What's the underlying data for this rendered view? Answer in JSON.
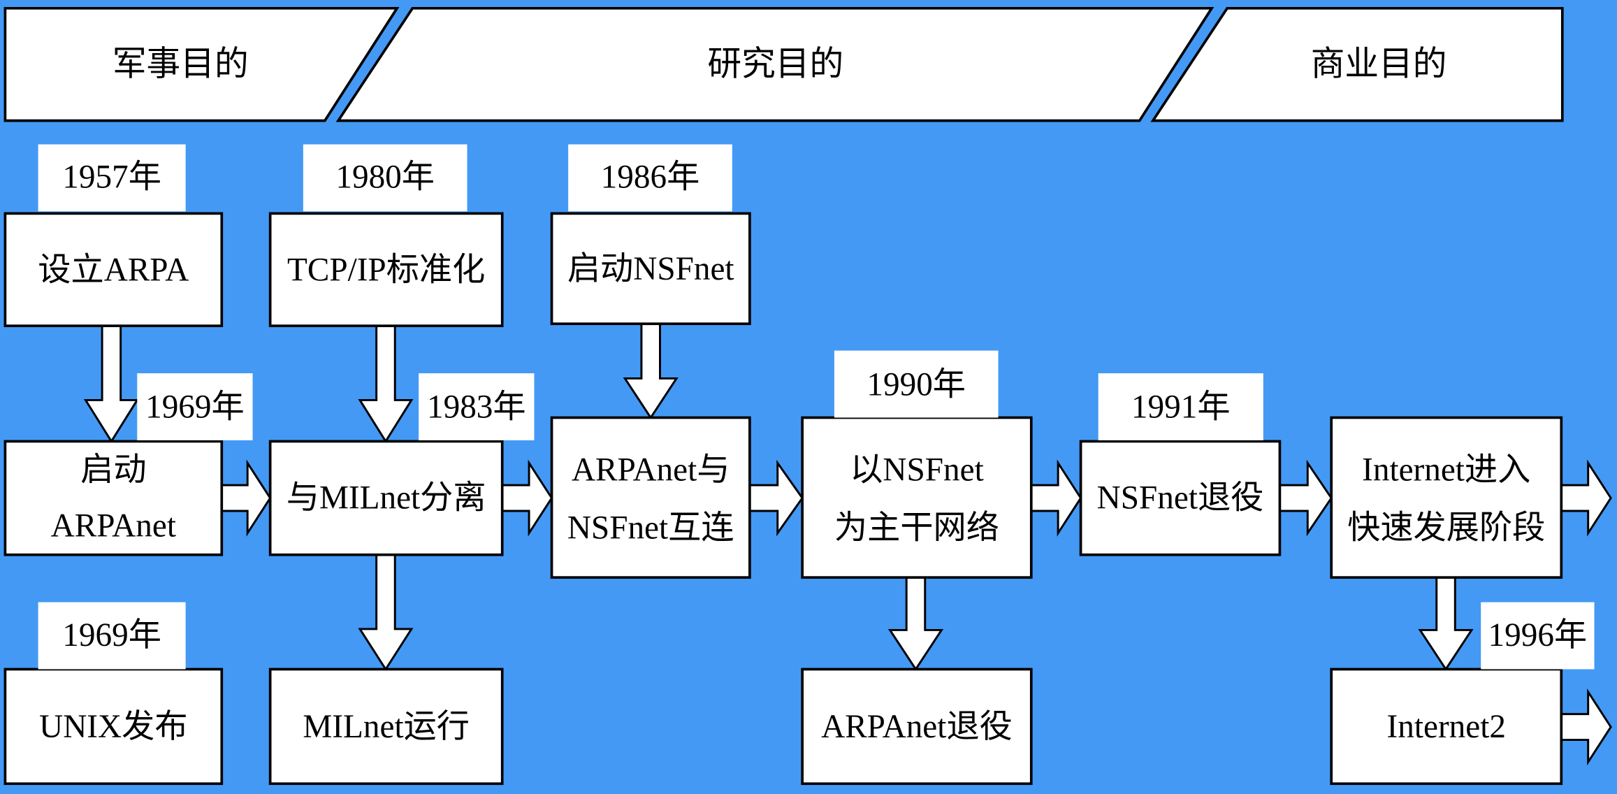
{
  "phases": {
    "military": "军事目的",
    "research": "研究目的",
    "commercial": "商业目的"
  },
  "events": {
    "set_arpa": {
      "year": "1957年",
      "lines": [
        "设立ARPA"
      ]
    },
    "launch_arpanet": {
      "year": "1969年",
      "lines": [
        "启动",
        "ARPAnet"
      ]
    },
    "unix_release": {
      "year": "1969年",
      "lines": [
        "UNIX发布"
      ]
    },
    "tcpip_standard": {
      "year": "1980年",
      "lines": [
        "TCP/IP标准化"
      ]
    },
    "milnet_split": {
      "year": "1983年",
      "lines": [
        "与MILnet分离"
      ]
    },
    "milnet_run": {
      "lines": [
        "MILnet运行"
      ]
    },
    "launch_nsfnet": {
      "year": "1986年",
      "lines": [
        "启动NSFnet"
      ]
    },
    "arpanet_nsfnet_link": {
      "lines": [
        "ARPAnet与",
        "NSFnet互连"
      ]
    },
    "nsfnet_backbone": {
      "year": "1990年",
      "lines": [
        "以NSFnet",
        "为主干网络"
      ]
    },
    "arpanet_retired": {
      "lines": [
        "ARPAnet退役"
      ]
    },
    "nsfnet_retired": {
      "year": "1991年",
      "lines": [
        "NSFnet退役"
      ]
    },
    "internet_growth": {
      "lines": [
        "Internet进入",
        "快速发展阶段"
      ]
    },
    "internet2": {
      "year": "1996年",
      "lines": [
        "Internet2"
      ]
    }
  },
  "colors": {
    "background": "#4499f5",
    "box": "#ffffff",
    "outline": "#000000"
  }
}
